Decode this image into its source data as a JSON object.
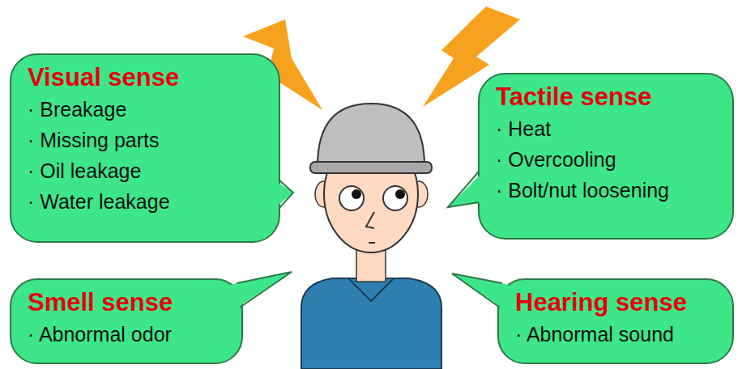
{
  "diagram": {
    "nodes": [
      {
        "text": [
          "Visual sense",
          "· Breakage",
          "· Missing parts",
          "· Oil leakage",
          "· Water leakage"
        ]
      },
      {
        "text": [
          "Tactile sense",
          "· Heat",
          "· Overcooling",
          "· Bolt/nut loosening"
        ]
      },
      {
        "text": [
          "Smell sense",
          "· Abnormal odor"
        ]
      },
      {
        "text": [
          "Hearing sense",
          "· Abnormal sound"
        ]
      }
    ]
  }
}
